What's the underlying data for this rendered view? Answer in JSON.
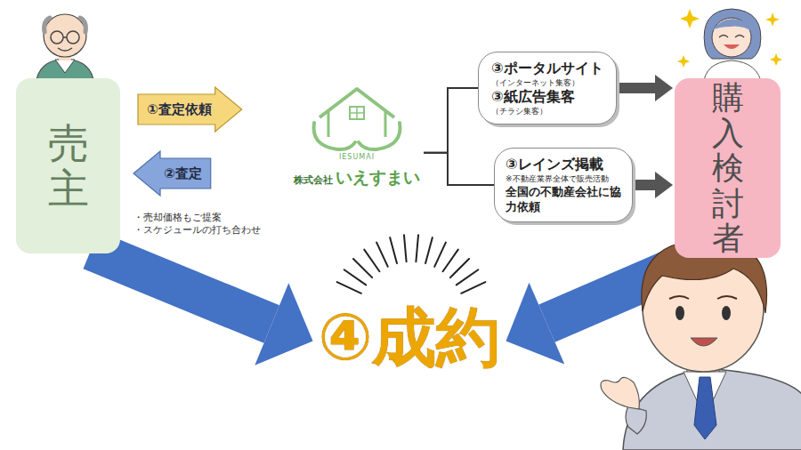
{
  "diagram": {
    "nodes": [
      {
        "text": [
          "売主"
        ]
      },
      {
        "text": [
          "①査定依頼"
        ]
      },
      {
        "text": [
          "②査定"
        ]
      },
      {
        "text": [
          "IESUMAI",
          "株式会社",
          "いえすまい"
        ]
      },
      {
        "text": [
          "③ポータルサイト",
          "（インターネット集客）",
          "③紙広告集客",
          "（チラシ集客）"
        ]
      },
      {
        "text": [
          "③レインズ掲載",
          "※不動産業界全体で販売活動",
          "全国の不動産会社に協力依頼"
        ]
      },
      {
        "text": [
          "購入検討者"
        ]
      },
      {
        "text": [
          "④成約"
        ]
      }
    ],
    "edges": [
      {
        "from": 3,
        "to": 4,
        "arrow": "none"
      },
      {
        "from": 3,
        "to": 5,
        "arrow": "none"
      },
      {
        "from": 4,
        "to": 6,
        "arrow": "to"
      },
      {
        "from": 5,
        "to": 6,
        "arrow": "to"
      },
      {
        "from": 0,
        "to": 7,
        "arrow": "to"
      },
      {
        "from": 6,
        "to": 7,
        "arrow": "to"
      }
    ],
    "labels": [
      "・売却価格もご提案",
      "・スケジュールの打ち合わせ"
    ]
  }
}
